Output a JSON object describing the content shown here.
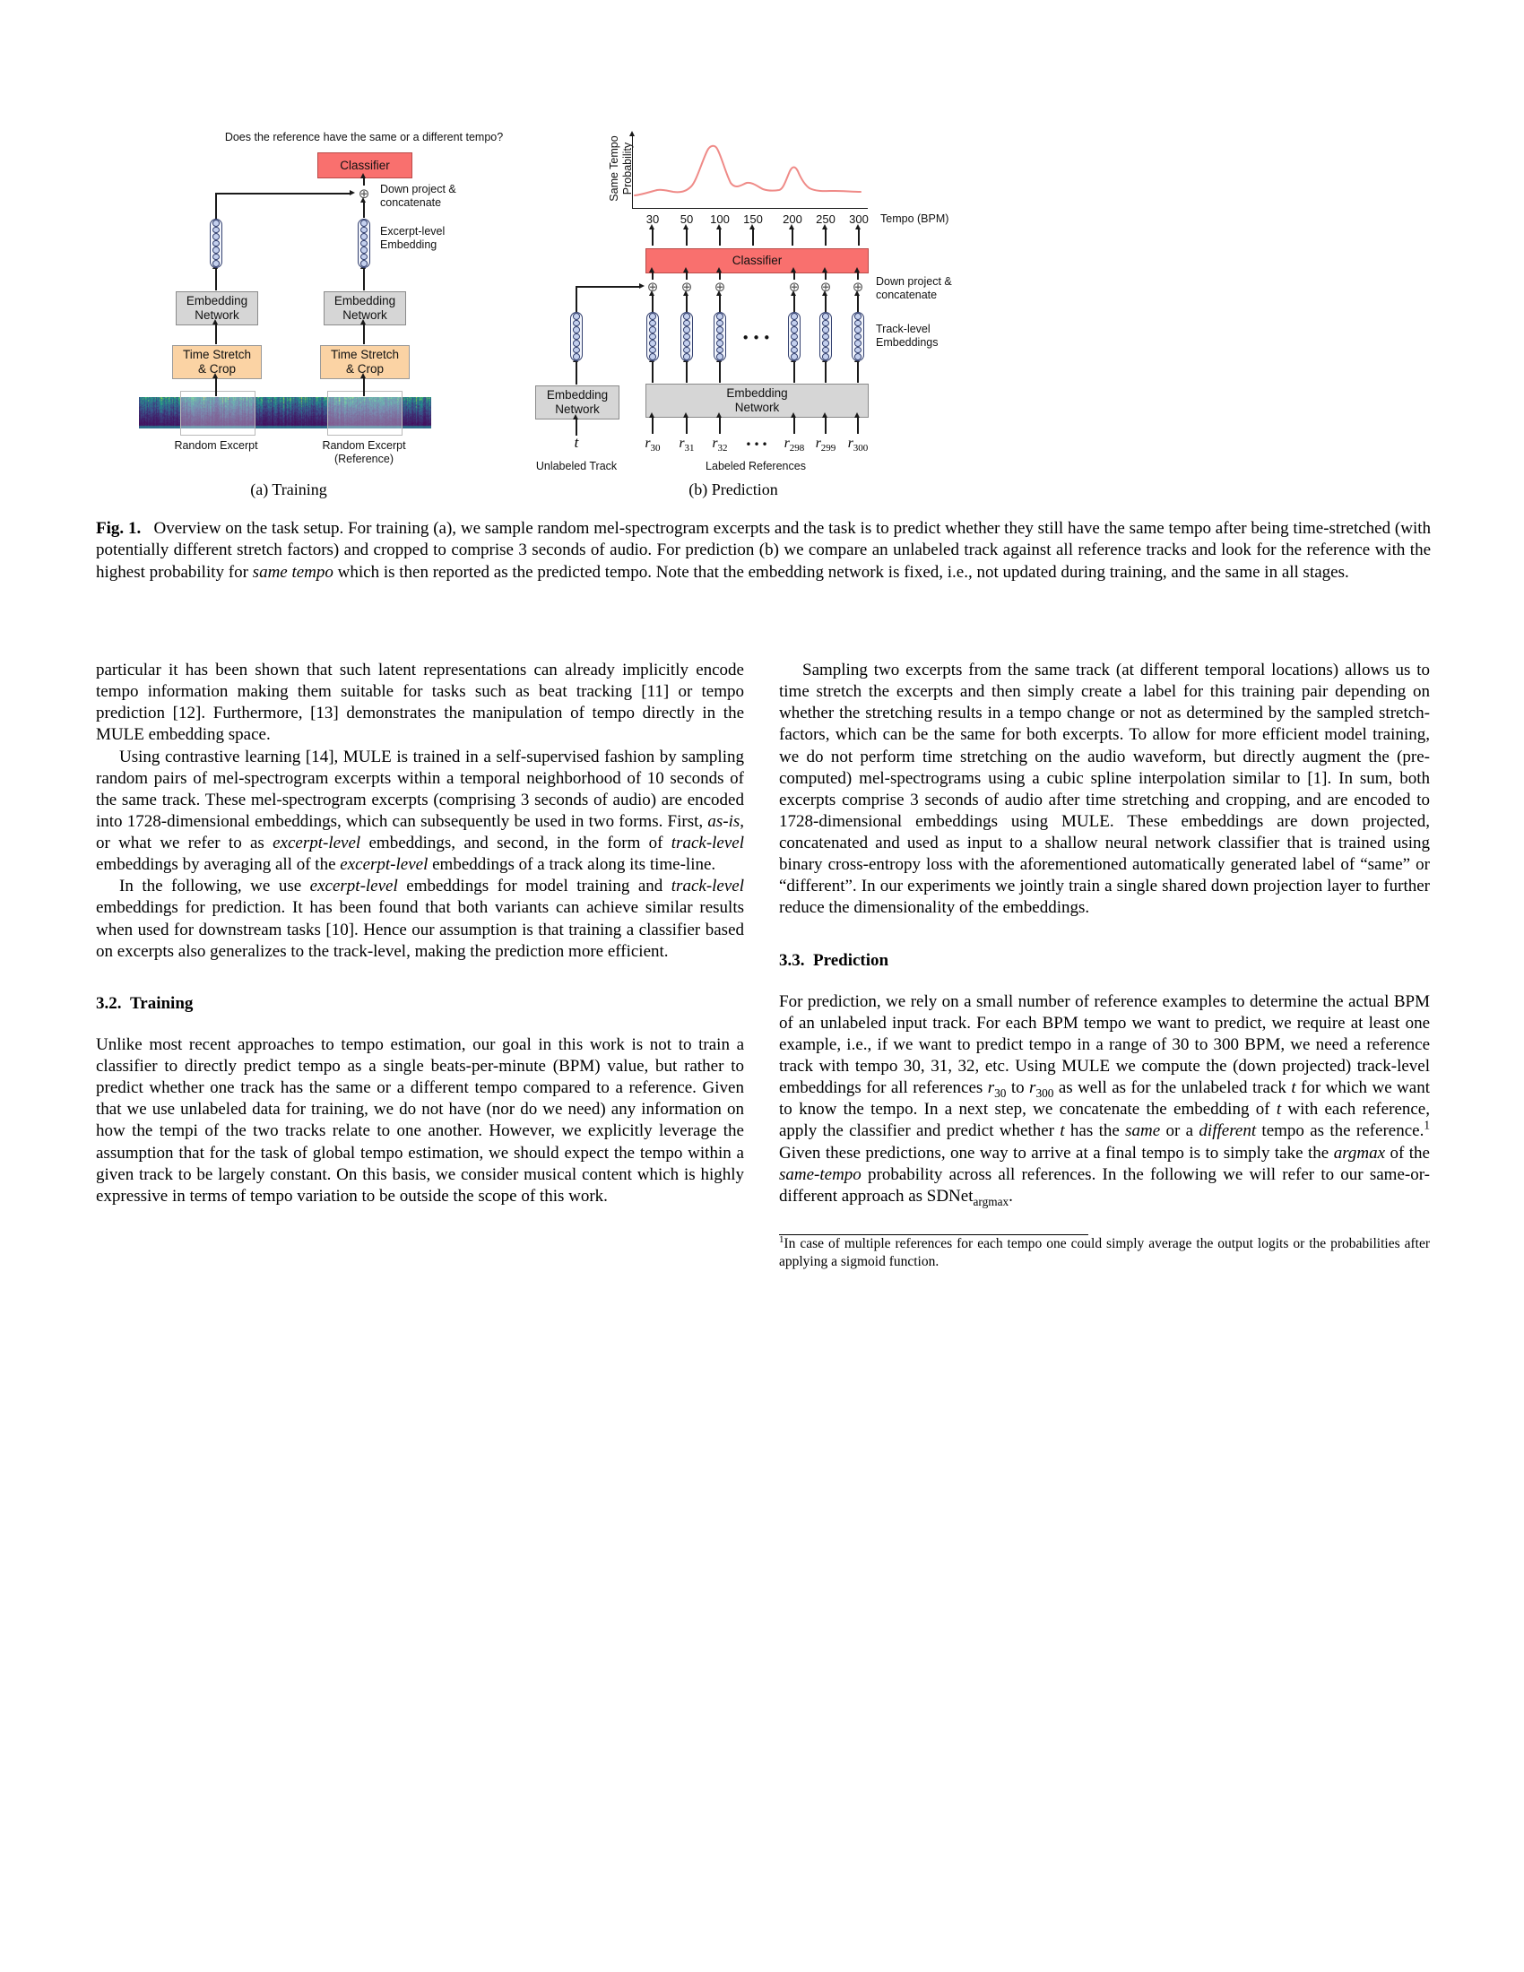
{
  "colors": {
    "classifier_fill": "#f9706e",
    "classifier_border": "#b94a48",
    "network_fill": "#d6d6d6",
    "network_border": "#8a8a8a",
    "stretch_fill": "#fbd3a4",
    "stretch_border": "#9a9a9a",
    "embedding_ring": "#33406f",
    "embedding_fill": "#c4d0ee",
    "curve": "#ef8a87"
  },
  "figure": {
    "training": {
      "question": "Does the reference have the same or a different tempo?",
      "classifier_label": "Classifier",
      "oplus": "⊕",
      "down_project_label": "Down project &\nconcatenate",
      "excerpt_embedding_label": "Excerpt-level\nEmbedding",
      "embedding_network_label": "Embedding\nNetwork",
      "time_stretch_label": "Time Stretch\n& Crop",
      "random_excerpt_label": "Random Excerpt",
      "random_excerpt_ref_label": "Random Excerpt\n(Reference)",
      "subcaption": "(a) Training"
    },
    "prediction": {
      "y_axis_label": "Same Tempo\nProbability",
      "x_axis_label": "Tempo (BPM)",
      "x_ticks": [
        "30",
        "50",
        "100",
        "150",
        "200",
        "250",
        "300"
      ],
      "classifier_label": "Classifier",
      "oplus": "⊕",
      "down_project_label": "Down project &\nconcatenate",
      "track_embeddings_label": "Track-level\nEmbeddings",
      "embedding_network_label": "Embedding\nNetwork",
      "ellipsis": "•••",
      "unlabeled_input_label": "t",
      "reference_labels": [
        {
          "base": "r",
          "sub": "30"
        },
        {
          "base": "r",
          "sub": "31"
        },
        {
          "base": "r",
          "sub": "32"
        },
        {
          "base": "r",
          "sub": "298"
        },
        {
          "base": "r",
          "sub": "299"
        },
        {
          "base": "r",
          "sub": "300"
        }
      ],
      "unlabeled_track_label": "Unlabeled Track",
      "labeled_references_label": "Labeled References",
      "subcaption": "(b) Prediction"
    },
    "caption_segments": [
      {
        "t": "Fig. 1.",
        "s": "b"
      },
      {
        "t": "  Overview on the task setup. For training (a), we sample random mel-spectrogram excerpts and the task is to predict whether they still have the same tempo after being time-stretched (with potentially different stretch factors) and cropped to comprise 3 seconds of audio. For prediction (b) we compare an unlabeled track against all reference tracks and look for the reference with the highest probability for "
      },
      {
        "t": "same tempo",
        "s": "i"
      },
      {
        "t": " which is then reported as the predicted tempo. Note that the embedding network is fixed, i.e., not updated during training, and the same in all stages."
      }
    ]
  },
  "body": {
    "left": {
      "p1": "particular it has been shown that such latent representations can already implicitly encode tempo information making them suitable for tasks such as beat tracking [11] or tempo prediction [12]. Furthermore, [13] demonstrates the manipulation of tempo directly in the MULE embedding space.",
      "p2_segments": [
        {
          "t": "Using contrastive learning [14], MULE is trained in a self-supervised fashion by sampling random pairs of mel-spectrogram excerpts within a temporal neighborhood of 10 seconds of the same track. These mel-spectrogram excerpts (comprising 3 seconds of audio) are encoded into 1728-dimensional embeddings, which can subsequently be used in two forms. First, "
        },
        {
          "t": "as-is",
          "s": "i"
        },
        {
          "t": ", or what we refer to as "
        },
        {
          "t": "excerpt-level",
          "s": "i"
        },
        {
          "t": " embeddings, and second, in the form of "
        },
        {
          "t": "track-level",
          "s": "i"
        },
        {
          "t": " embeddings by averaging all of the "
        },
        {
          "t": "excerpt-level",
          "s": "i"
        },
        {
          "t": " embeddings of a track along its time-line."
        }
      ],
      "p3_segments": [
        {
          "t": "In the following, we use "
        },
        {
          "t": "excerpt-level",
          "s": "i"
        },
        {
          "t": " embeddings for model training and "
        },
        {
          "t": "track-level",
          "s": "i"
        },
        {
          "t": " embeddings for prediction. It has been found that both variants can achieve similar results when used for downstream tasks [10]. Hence our assumption is that training a classifier based on excerpts also generalizes to the track-level, making the prediction more efficient."
        }
      ],
      "heading_32": "3.2. Training",
      "p4": "Unlike most recent approaches to tempo estimation, our goal in this work is not to train a classifier to directly predict tempo as a single beats-per-minute (BPM) value, but rather to predict whether one track has the same or a different tempo compared to a reference. Given that we use unlabeled data for training, we do not have (nor do we need) any information on how the tempi of the two tracks relate to one another. However, we explicitly leverage the assumption that for the task of global tempo estimation, we should expect the tempo within a given track to be largely constant. On this basis, we consider musical content which is highly expressive in terms of tempo variation to be outside the scope of this work."
    },
    "right": {
      "p5": "Sampling two excerpts from the same track (at different temporal locations) allows us to time stretch the excerpts and then simply create a label for this training pair depending on whether the stretching results in a tempo change or not as determined by the sampled stretch-factors, which can be the same for both excerpts. To allow for more efficient model training, we do not perform time stretching on the audio waveform, but directly augment the (pre-computed) mel-spectrograms using a cubic spline interpolation similar to [1]. In sum, both excerpts comprise 3 seconds of audio after time stretching and cropping, and are encoded to 1728-dimensional embeddings using MULE. These embeddings are down projected, concatenated and used as input to a shallow neural network classifier that is trained using binary cross-entropy loss with the aforementioned automatically generated label of “same” or “different”. In our experiments we jointly train a single shared down projection layer to further reduce the dimensionality of the embeddings.",
      "heading_33": "3.3. Prediction",
      "p6_segments": [
        {
          "t": "For prediction, we rely on a small number of reference examples to determine the actual BPM of an unlabeled input track. For each BPM tempo we want to predict, we require at least one example, i.e., if we want to predict tempo in a range of 30 to 300 BPM, we need a reference track with tempo 30, 31, 32, etc. Using MULE we compute the (down projected) track-level embeddings for all references "
        },
        {
          "t": "r",
          "s": "i"
        },
        {
          "t": "30",
          "s": "sub"
        },
        {
          "t": " to "
        },
        {
          "t": "r",
          "s": "i"
        },
        {
          "t": "300",
          "s": "sub"
        },
        {
          "t": " as well as for the unlabeled track "
        },
        {
          "t": "t",
          "s": "i"
        },
        {
          "t": " for which we want to know the tempo. In a next step, we concatenate the embedding of "
        },
        {
          "t": "t",
          "s": "i"
        },
        {
          "t": " with each reference, apply the classifier and predict whether "
        },
        {
          "t": "t",
          "s": "i"
        },
        {
          "t": " has the "
        },
        {
          "t": "same",
          "s": "i"
        },
        {
          "t": " or a "
        },
        {
          "t": "different",
          "s": "i"
        },
        {
          "t": " tempo as the reference.",
          "s": null
        },
        {
          "t": "1",
          "s": "sup"
        },
        {
          "t": " Given these predictions, one way to arrive at a final tempo is to simply take the "
        },
        {
          "t": "argmax",
          "s": "i"
        },
        {
          "t": " of the "
        },
        {
          "t": "same-tempo",
          "s": "i"
        },
        {
          "t": " probability across all references. In the following we will refer to our same-or-different approach as SDNet"
        },
        {
          "t": "argmax",
          "s": "sub"
        },
        {
          "t": "."
        }
      ],
      "footnote_segments": [
        {
          "t": "1",
          "s": "sup"
        },
        {
          "t": "In case of multiple references for each tempo one could simply average the output logits or the probabilities after applying a sigmoid function."
        }
      ]
    }
  }
}
